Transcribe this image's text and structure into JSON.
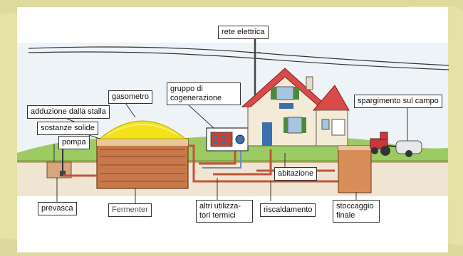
{
  "labels": {
    "rete_elettrica": "rete elettrica",
    "gasometro": "gasometro",
    "gruppo_line1": "gruppo di",
    "gruppo_line2": "cogenerazione",
    "spargimento": "spargimento sul campo",
    "adduzione": "adduzione dalla stalla",
    "sostanze": "sostanze solide",
    "pompa": "pompa",
    "abitazione": "abitazione",
    "prevasca": "prevasca",
    "fermenter": "Fermenter",
    "altri_line1": "altri utilizza-",
    "altri_line2": "tori termici",
    "riscaldamento": "riscaldamento",
    "stoccaggio_line1": "stoccaggio",
    "stoccaggio_line2": "finale"
  },
  "colors": {
    "page_background": "#e6e2a4",
    "card_background": "#ffffff",
    "sky": "#e8f0f6",
    "grass": "#8fc05a",
    "soil": "#c79a6a",
    "dome_yellow": "#f3e21a",
    "tank_body": "#c8784a",
    "roof_red": "#d94a4a",
    "pipe_red": "#c0533a",
    "tractor_red": "#c8373a"
  },
  "icons": [
    "house-icon",
    "tractor-icon",
    "gasometer-dome-icon",
    "cogeneration-unit-icon",
    "power-line-pole-icon"
  ]
}
